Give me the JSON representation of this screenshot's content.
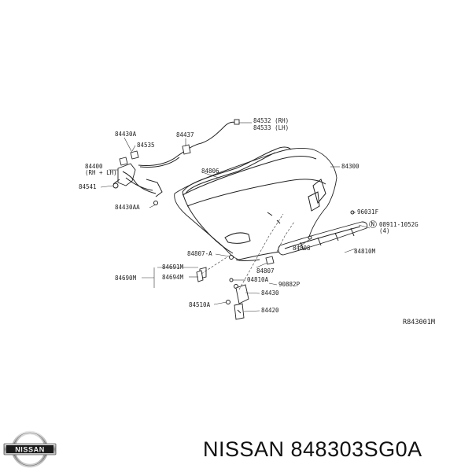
{
  "diagram": {
    "code": "R843001M",
    "labels": {
      "l84430A": "84430A",
      "l84535": "84535",
      "l84437": "84437",
      "l84532": "84532 (RH)",
      "l84533": "84533 (LH)",
      "l84400": "84400",
      "l84400sub": "(RH + LH)",
      "l84541": "84541",
      "l84806": "84806",
      "l84300": "84300",
      "l84430AA": "84430AA",
      "l96031F": "96031F",
      "lN": "N",
      "l08911": "08911-1052G",
      "l08911sub": "(4)",
      "l84807A": "84807-A",
      "l84808": "84808",
      "l84810M": "84810M",
      "l84691M": "84691M",
      "l84690M": "84690M",
      "l84694M": "84694M",
      "l84807": "84807",
      "l04810A": "04810A",
      "l90882P": "90882P",
      "l84430": "84430",
      "l84510A": "84510A",
      "l84420": "84420"
    }
  },
  "logo": {
    "text": "NISSAN"
  },
  "title": "NISSAN 848303SG0A"
}
